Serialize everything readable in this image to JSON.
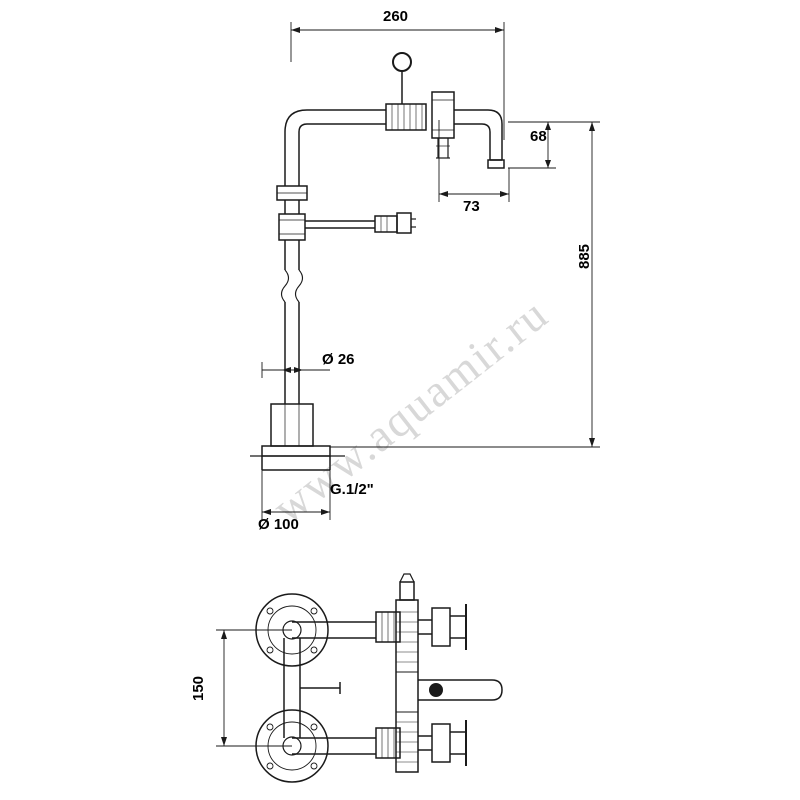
{
  "drawing": {
    "title": "wall-mounted faucet technical drawing",
    "watermark": "www.aquamir.ru",
    "line_color": "#1a1a1a",
    "background": "#ffffff"
  },
  "dimensions": {
    "width_top": "260",
    "spout_height": "68",
    "spout_reach": "73",
    "total_height": "885",
    "tube_diameter": "Ø 26",
    "thread": "G.1/2\"",
    "base_diameter": "Ø 100",
    "center_distance": "150"
  },
  "chart_data": {
    "type": "table",
    "title": "Faucet dimension callouts (mm)",
    "categories": [
      "260",
      "68",
      "73",
      "885",
      "Ø 26",
      "G.1/2\"",
      "Ø 100",
      "150"
    ],
    "values": [
      260,
      68,
      73,
      885,
      26,
      0.5,
      100,
      150
    ]
  }
}
